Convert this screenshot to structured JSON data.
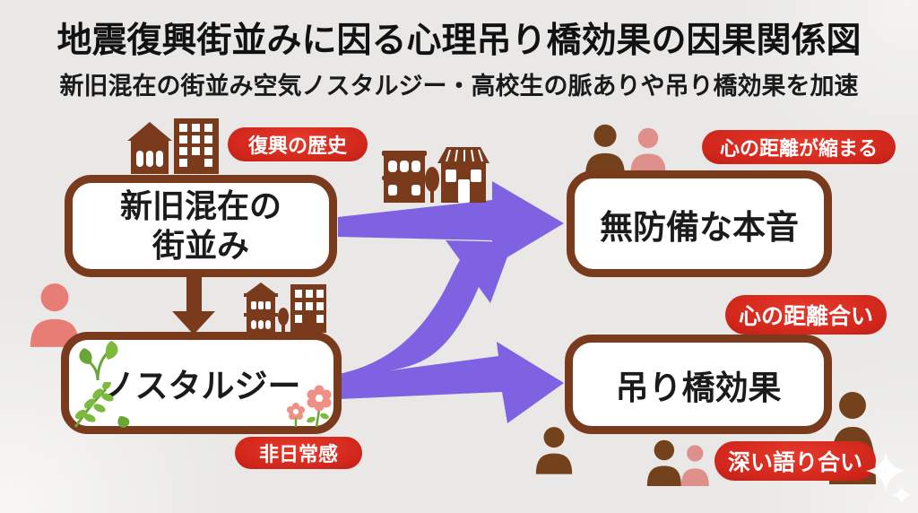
{
  "title": "地震復興街並みに因る心理吊り橋効果の因果関係図",
  "subtitle": "新旧混在の街並み空気ノスタルジー・高校生の脈ありや吊り橋効果を加速",
  "nodes": {
    "machinami": {
      "line1": "新旧混在の",
      "line2": "街並み",
      "annotation": "復興の歴史"
    },
    "nostalgia": {
      "label": "ノスタルジー",
      "annotation": "非日常感"
    },
    "honne": {
      "label": "無防備な本音",
      "annotation": "心の距離が縮まる"
    },
    "tsuribashi": {
      "label": "吊り橋効果",
      "annotation_top": "心の距離合い",
      "annotation_bottom": "深い語り合い"
    }
  },
  "edges": [
    {
      "from": "新旧混在の街並み",
      "to": "無防備な本音"
    },
    {
      "from": "新旧混在の街並み",
      "to": "ノスタルジー"
    },
    {
      "from": "ノスタルジー",
      "to": "無防備な本音"
    },
    {
      "from": "ノスタルジー",
      "to": "吊り橋効果"
    }
  ],
  "icons": [
    "buildings-icon",
    "shops-icon",
    "townhouse-icon",
    "down-arrow-icon",
    "fork-arrow-icon",
    "person-icon",
    "people-pair-icon",
    "sprout-icon",
    "branch-icon",
    "flowers-icon",
    "sparkle-icon"
  ],
  "colors": {
    "bg": "#e9e8e6",
    "text": "#161616",
    "brown": "#7a3a1c",
    "red": "#d1261b",
    "purple": "#7e62e2",
    "salmon": "#e87d75",
    "person_dark": "#73411b",
    "person_pink": "#e0908a",
    "green": "#7cb93e",
    "green2": "#69a636",
    "flower": "#ef9086",
    "box_fill": "#ffffff",
    "badge_text": "#ffffff"
  }
}
